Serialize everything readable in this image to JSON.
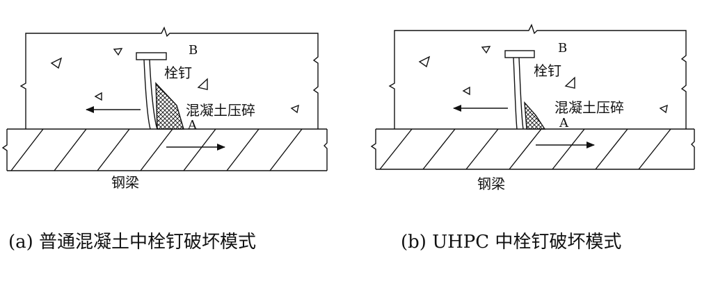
{
  "panel_a": {
    "label_B": "B",
    "label_A": "A",
    "stud": "栓钉",
    "crush": "混凝土压碎",
    "beam": "钢梁",
    "caption": "(a)  普通混凝土中栓钉破坏模式"
  },
  "panel_b": {
    "label_B": "B",
    "label_A": "A",
    "stud": "栓钉",
    "crush": "混凝土压碎",
    "beam": "钢梁",
    "caption": "(b)  UHPC 中栓钉破坏模式"
  }
}
